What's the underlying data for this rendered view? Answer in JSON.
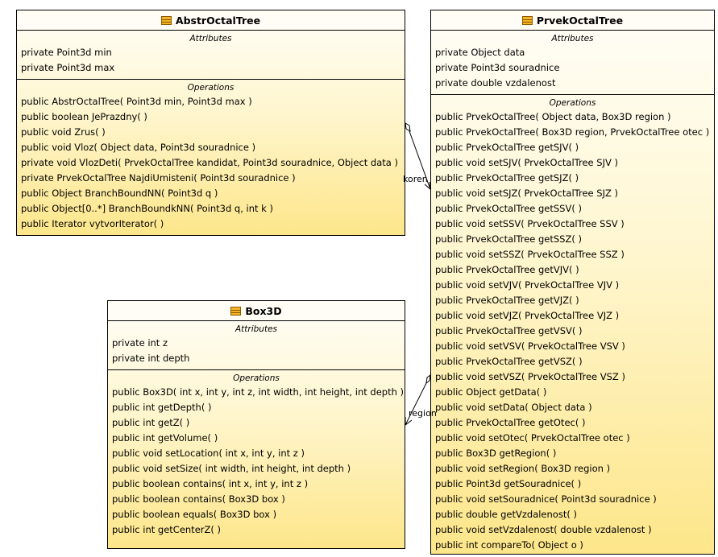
{
  "classes": {
    "abstr": {
      "name": "AbstrOctalTree",
      "attributes_title": "Attributes",
      "attributes": [
        "private Point3d min",
        "private Point3d max"
      ],
      "operations_title": "Operations",
      "operations": [
        "public AbstrOctalTree( Point3d min, Point3d max )",
        "public boolean  JePrazdny(  )",
        "public void  Zrus(  )",
        "public void  Vloz( Object data, Point3d souradnice )",
        "private void  VlozDeti( PrvekOctalTree kandidat, Point3d souradnice, Object data )",
        "private PrvekOctalTree  NajdiUmisteni( Point3d souradnice )",
        "public Object  BranchBoundNN( Point3d q )",
        "public Object[0..*]  BranchBoundkNN( Point3d q, int k )",
        "public Iterator  vytvorIterator(  )"
      ]
    },
    "box3d": {
      "name": "Box3D",
      "attributes_title": "Attributes",
      "attributes": [
        "private int z",
        "private int depth"
      ],
      "operations_title": "Operations",
      "operations": [
        "public Box3D( int x, int y, int z, int width, int height, int depth )",
        "public int  getDepth(  )",
        "public int  getZ(  )",
        "public int  getVolume(  )",
        "public void  setLocation( int x, int y, int z )",
        "public void  setSize( int width, int height, int depth )",
        "public boolean  contains( int x, int y, int z )",
        "public boolean  contains( Box3D box )",
        "public boolean  equals( Box3D box )",
        "public int  getCenterZ(  )"
      ]
    },
    "prvek": {
      "name": "PrvekOctalTree",
      "attributes_title": "Attributes",
      "attributes": [
        "private Object data",
        "private Point3d souradnice",
        "private double vzdalenost"
      ],
      "operations_title": "Operations",
      "operations": [
        "public PrvekOctalTree( Object data, Box3D region )",
        "public PrvekOctalTree( Box3D region, PrvekOctalTree otec )",
        "public PrvekOctalTree  getSJV(  )",
        "public void  setSJV( PrvekOctalTree SJV )",
        "public PrvekOctalTree  getSJZ(  )",
        "public void  setSJZ( PrvekOctalTree SJZ )",
        "public PrvekOctalTree  getSSV(  )",
        "public void  setSSV( PrvekOctalTree SSV )",
        "public PrvekOctalTree  getSSZ(  )",
        "public void  setSSZ( PrvekOctalTree SSZ )",
        "public PrvekOctalTree  getVJV(  )",
        "public void  setVJV( PrvekOctalTree VJV )",
        "public PrvekOctalTree  getVJZ(  )",
        "public void  setVJZ( PrvekOctalTree VJZ )",
        "public PrvekOctalTree  getVSV(  )",
        "public void  setVSV( PrvekOctalTree VSV )",
        "public PrvekOctalTree  getVSZ(  )",
        "public void  setVSZ( PrvekOctalTree VSZ )",
        "public Object  getData(  )",
        "public void  setData( Object data )",
        "public PrvekOctalTree  getOtec(  )",
        "public void  setOtec( PrvekOctalTree otec )",
        "public Box3D  getRegion(  )",
        "public void  setRegion( Box3D region )",
        "public Point3d  getSouradnice(  )",
        "public void  setSouradnice( Point3d souradnice )",
        "public double  getVzdalenost(  )",
        "public void  setVzdalenost( double vzdalenost )",
        "public int  compareTo( Object o )"
      ]
    }
  },
  "associations": {
    "koren": "koren",
    "region": "region"
  }
}
